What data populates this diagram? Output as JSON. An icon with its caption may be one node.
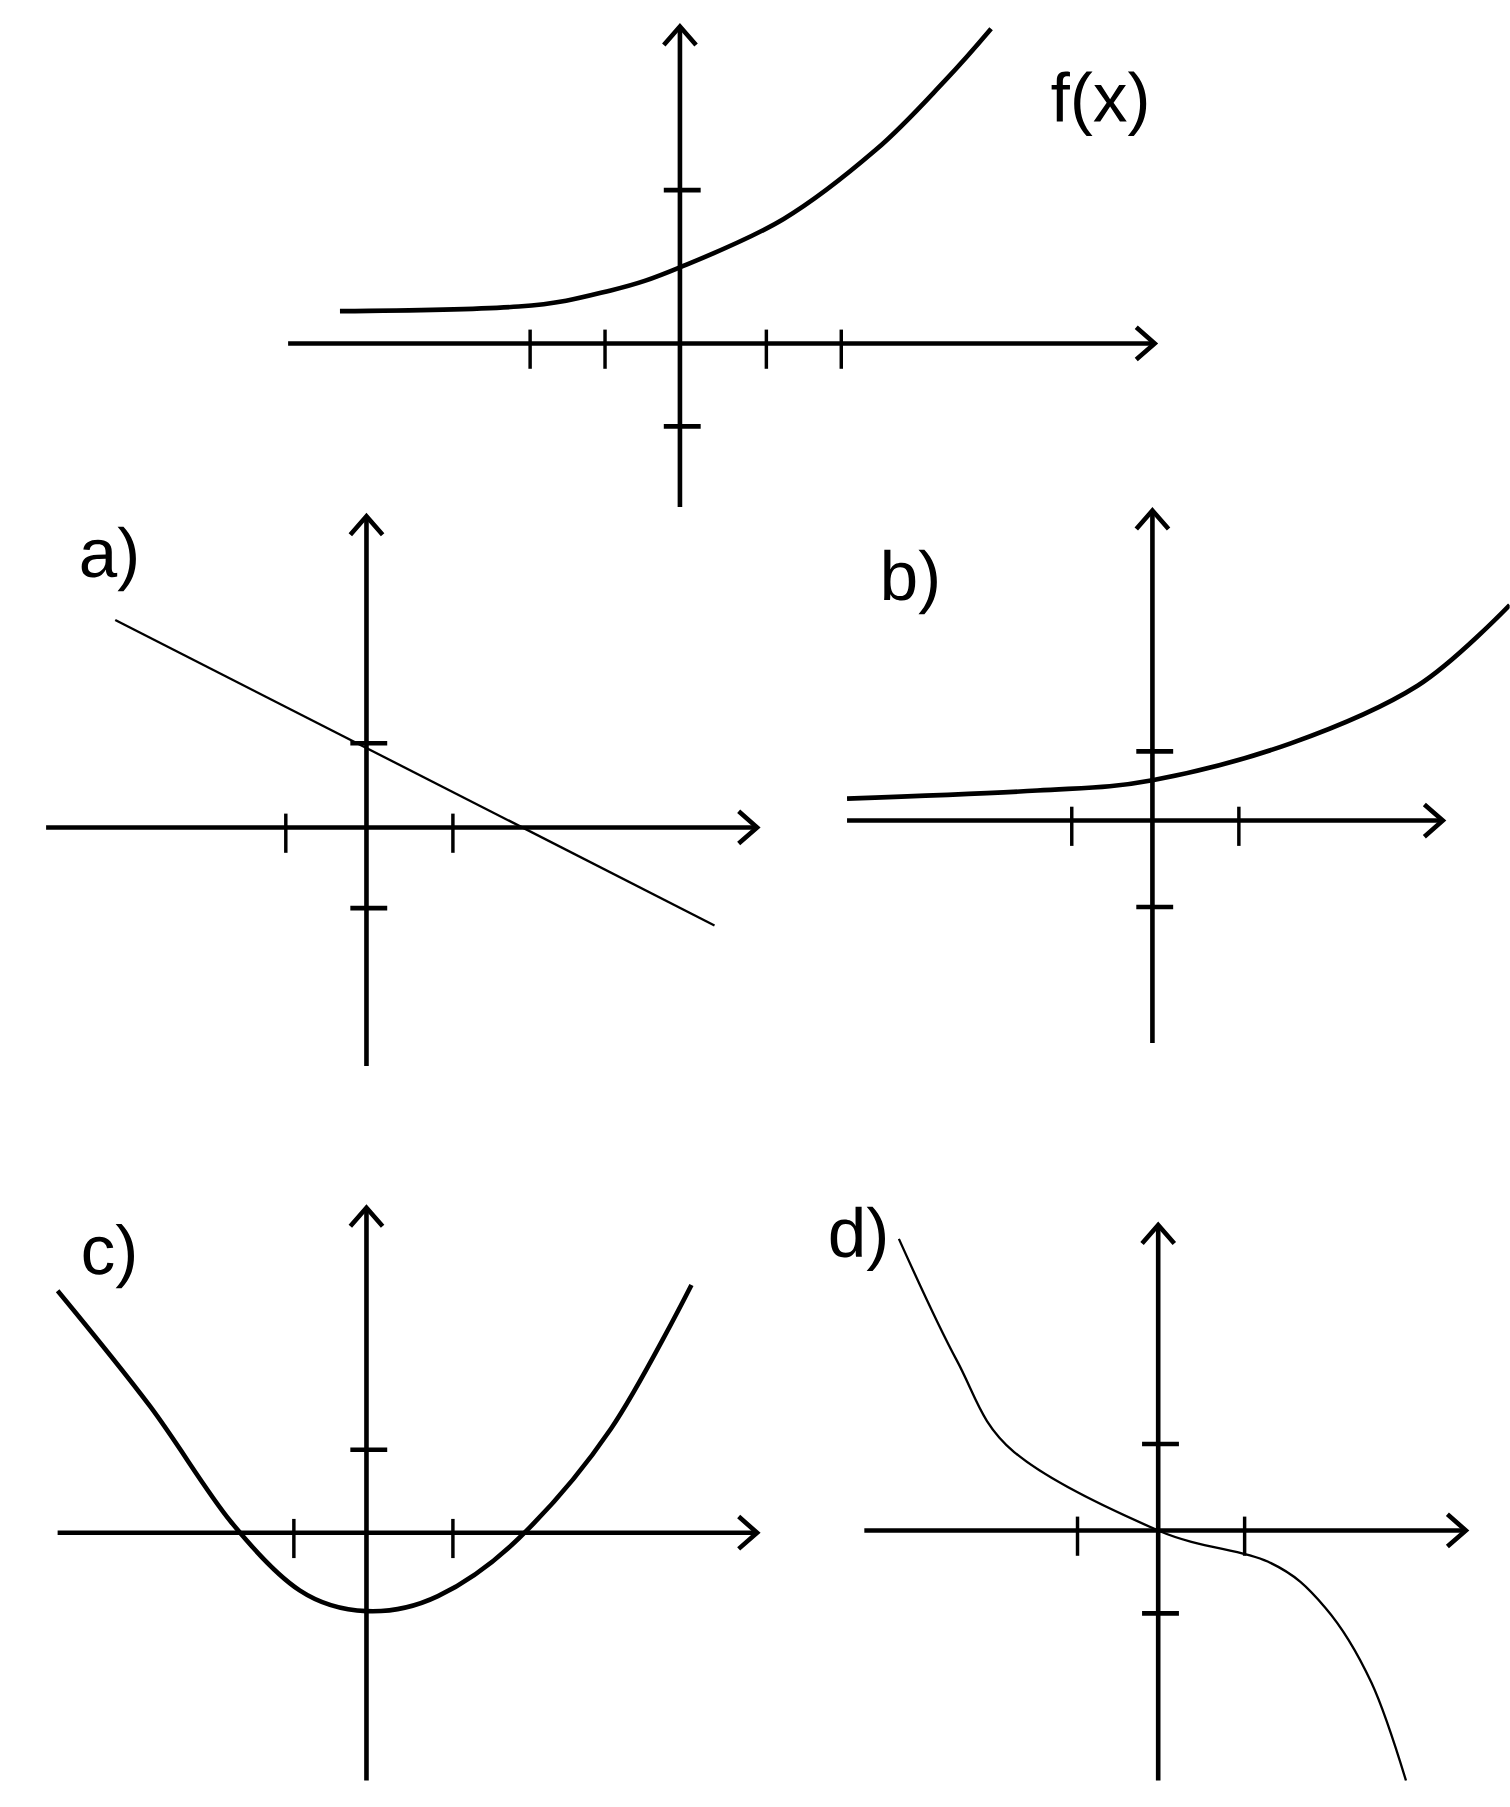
{
  "diagram": {
    "labels": [
      "f(x)",
      "a)",
      "b)",
      "c)",
      "d)"
    ]
  }
}
